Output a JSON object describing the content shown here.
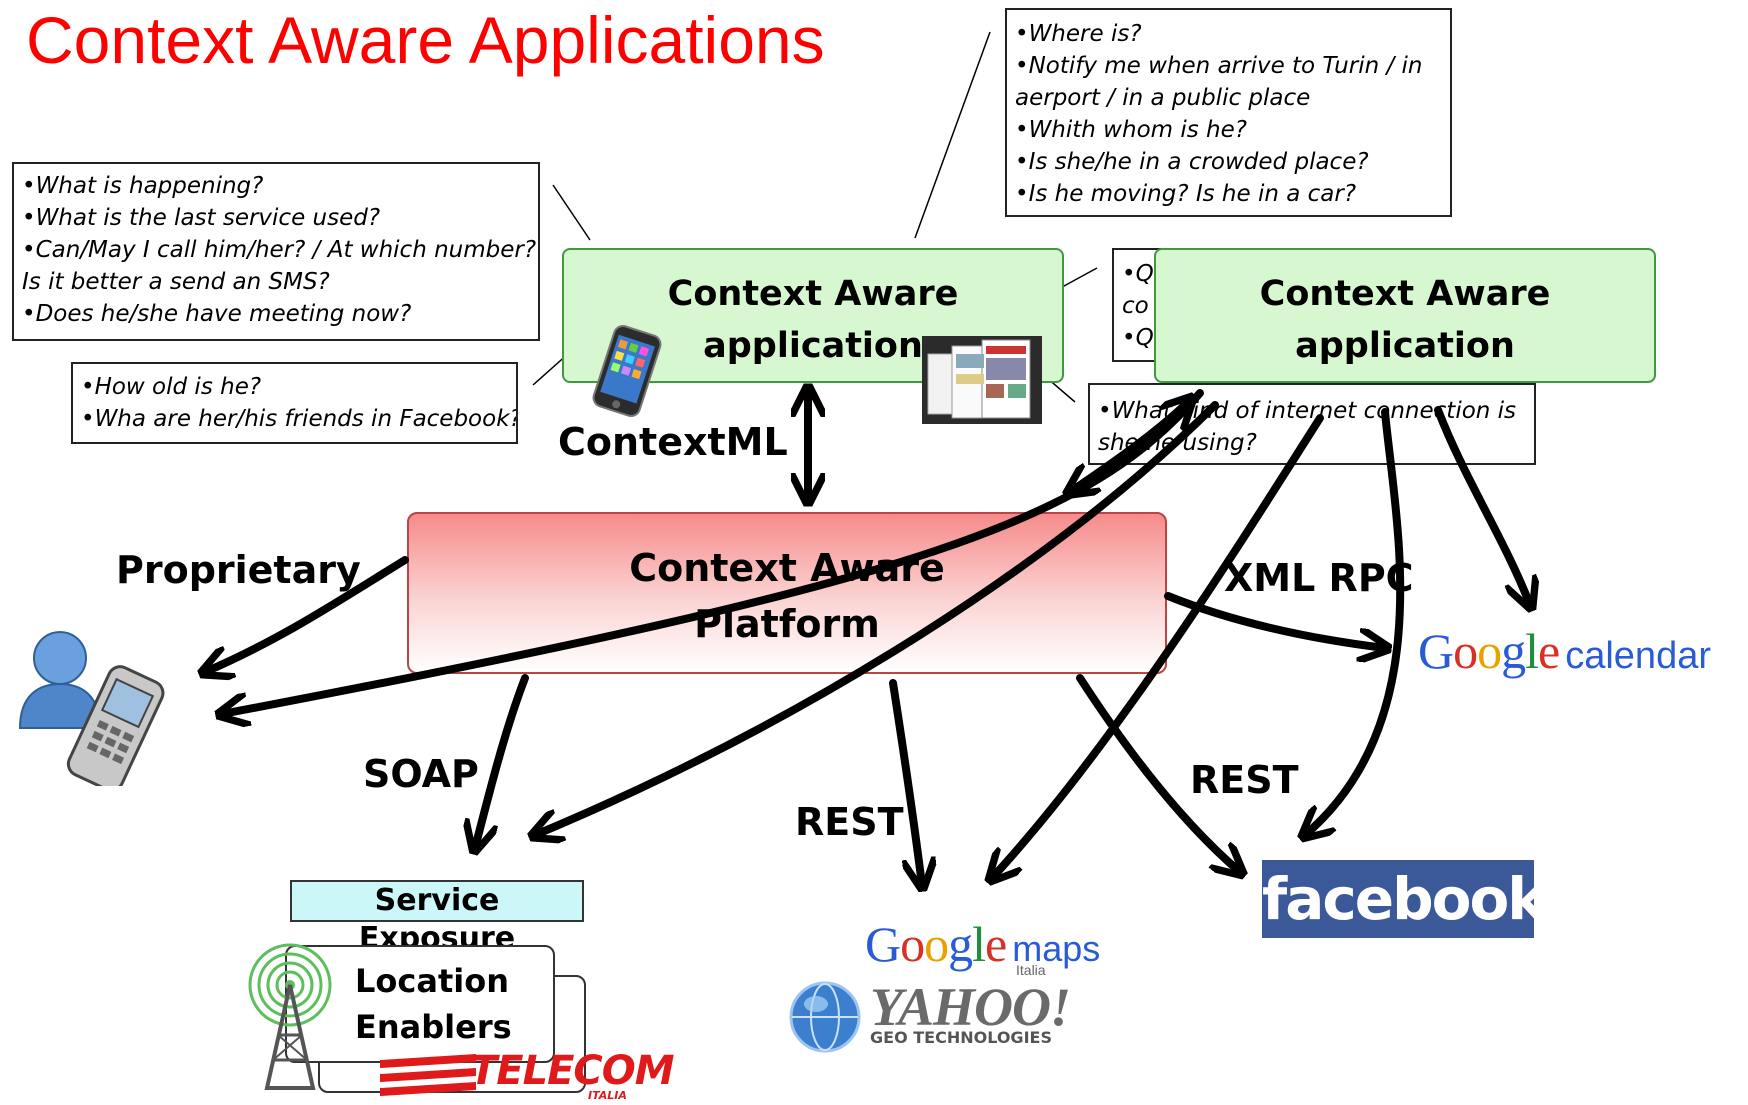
{
  "title": "Context Aware Applications",
  "callouts": {
    "left_top": [
      "•What is happening?",
      "•What is the last service used?",
      "•Can/May I call him/her? / At which number?",
      "Is it better a send an SMS?",
      "•Does he/she have meeting now?"
    ],
    "left_bottom": [
      "•How old is he?",
      "•Wha are her/his friends in Facebook?"
    ],
    "top_right": [
      "•Where is?",
      "•Notify me when arrive to Turin / in",
      "aerport / in a public place",
      "•Whith whom is he?",
      "•Is she/he in a crowded place?",
      "•Is he moving? Is he in a car?"
    ],
    "middle_partial": [
      "•Q",
      "co",
      "•Q"
    ],
    "bottom_right": [
      "•What kind of internet connection is",
      "she/he using?"
    ]
  },
  "app_left": {
    "line1": "Context Aware",
    "line2": "application"
  },
  "app_right": {
    "line1": "Context Aware",
    "line2": "application"
  },
  "platform": {
    "line1": "Context Aware",
    "line2": "Platform"
  },
  "protocols": {
    "contextml": "ContextML",
    "proprietary": "Proprietary",
    "xmlrpc": "XML RPC",
    "soap": "SOAP",
    "rest_middle": "REST",
    "rest_right": "REST"
  },
  "service_exposure": "Service Exposure",
  "location_enablers": {
    "line1": "Location",
    "line2": "Enablers"
  },
  "logos": {
    "google_calendar_suffix": "calendar",
    "google_maps_suffix": "maps",
    "google_maps_sub": "Italia",
    "facebook": "facebook",
    "yahoo": "YAHOO!",
    "yahoo_sub": "GEO TECHNOLOGIES",
    "telecom": "TELECOM",
    "telecom_sub": "ITALIA"
  },
  "icons": [
    "smartphone-icon",
    "browser-screens-icon",
    "user-with-phone-icon",
    "antenna-tower-icon",
    "globe-icon"
  ],
  "colors": {
    "title": "#ff0000",
    "app_fill": "#d6f7cf",
    "platform_fill_top": "#f68b8b",
    "service_exposure_fill": "#ccf7f8",
    "facebook_blue": "#3b5998",
    "telecom_red": "#e01a1a"
  }
}
